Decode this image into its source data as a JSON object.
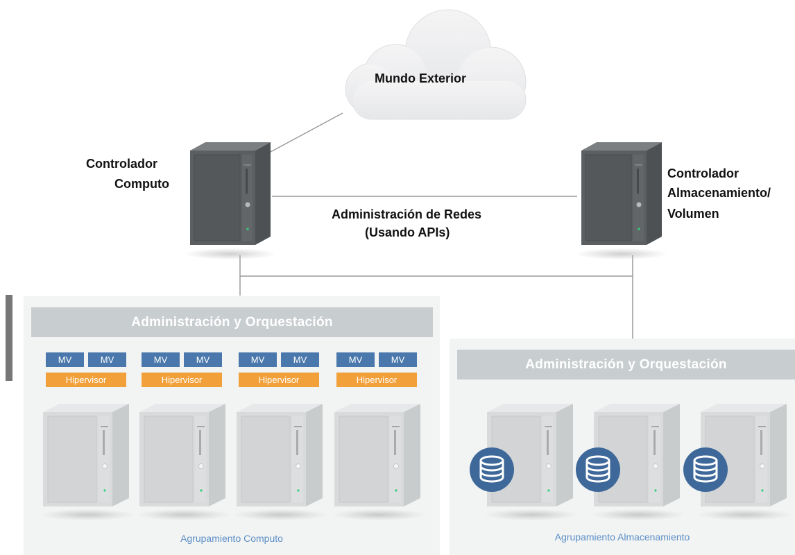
{
  "cloud": {
    "label": "Mundo Exterior"
  },
  "controllers": {
    "compute": {
      "label_line1": "Controlador",
      "label_line2": "Computo"
    },
    "storage": {
      "label_line1": "Controlador",
      "label_line2": "Almacenamiento/",
      "label_line3": "Volumen"
    }
  },
  "network": {
    "line1": "Administración de Redes",
    "line2": "(Usando APIs)"
  },
  "compute_cluster": {
    "title": "Administración y Orquestación",
    "caption": "Agrupamiento Computo",
    "nodes": [
      {
        "vm1": "MV",
        "vm2": "MV",
        "hypervisor": "Hipervisor"
      },
      {
        "vm1": "MV",
        "vm2": "MV",
        "hypervisor": "Hipervisor"
      },
      {
        "vm1": "MV",
        "vm2": "MV",
        "hypervisor": "Hipervisor"
      },
      {
        "vm1": "MV",
        "vm2": "MV",
        "hypervisor": "Hipervisor"
      }
    ]
  },
  "storage_cluster": {
    "title": "Administración y Orquestación",
    "caption": "Agrupamiento Almacenamiento"
  },
  "colors": {
    "vm": "#4a78ac",
    "hypervisor": "#f2a13a",
    "panel_bar": "#c8cdcf",
    "caption": "#5b8fc6",
    "database": "#3d6899"
  }
}
